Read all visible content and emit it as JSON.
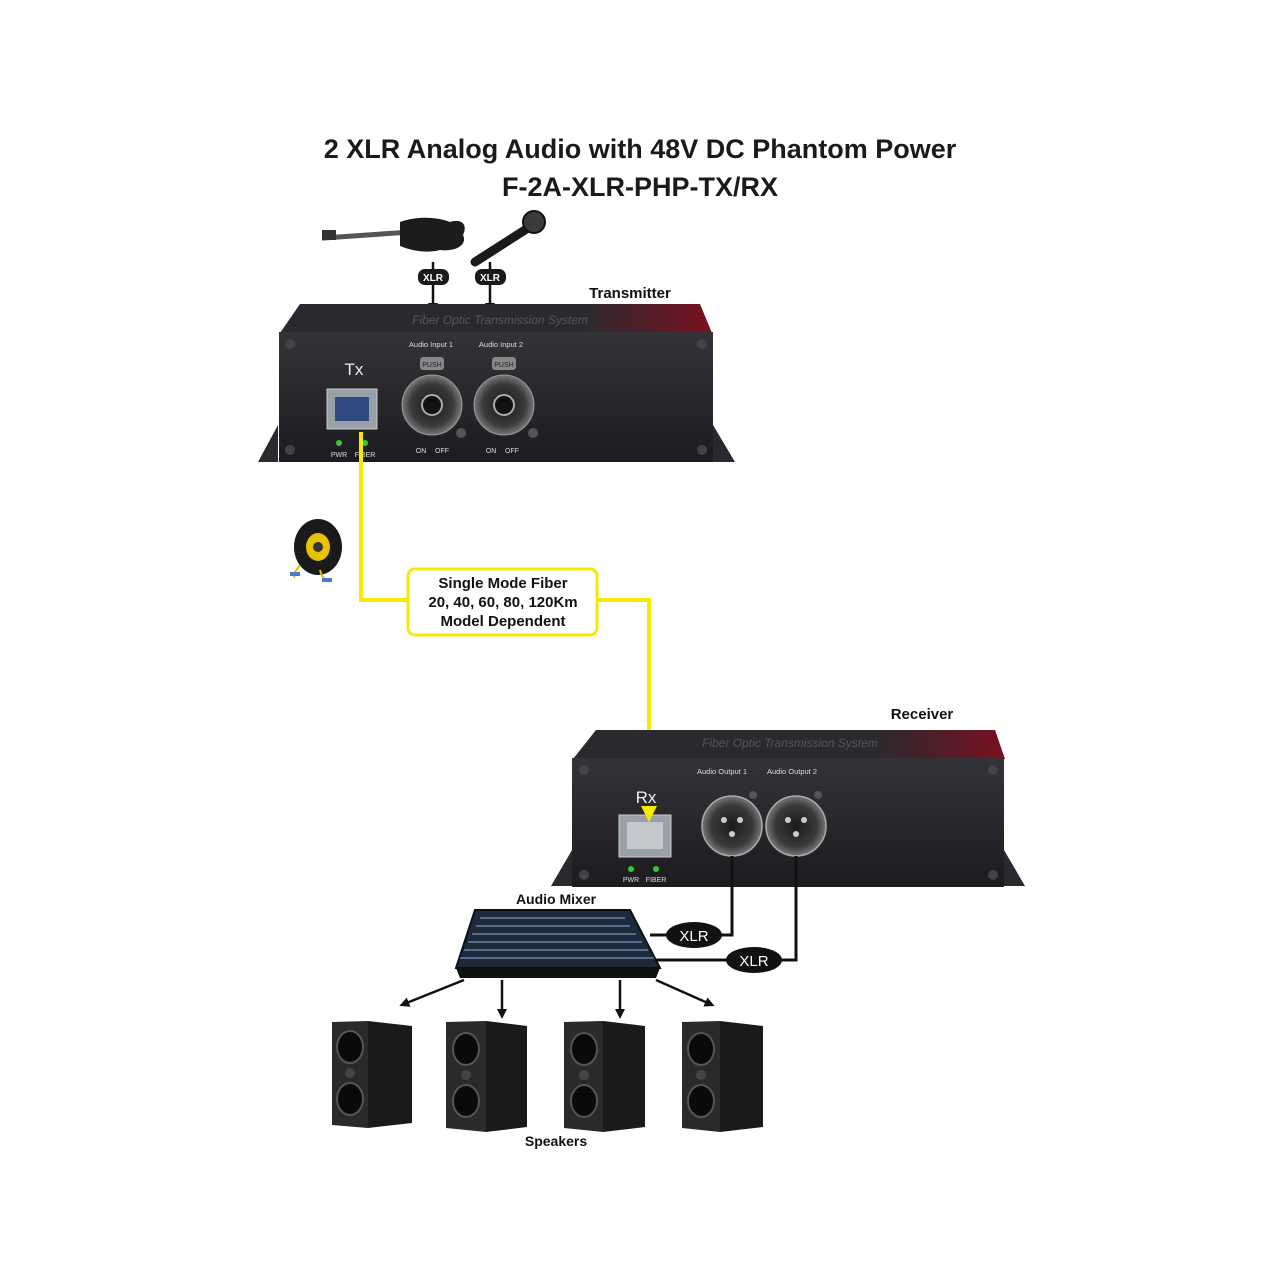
{
  "header": {
    "title": "2 XLR Analog Audio with 48V DC Phantom Power",
    "model": "F-2A-XLR-PHP-TX/RX"
  },
  "transmitter": {
    "label": "Transmitter",
    "banner": "Fiber Optic Transmission System",
    "port_label": "Tx",
    "input1_label": "Audio Input 1",
    "input2_label": "Audio Input 2",
    "push_label": "PUSH",
    "switch_on": "ON",
    "switch_off": "OFF",
    "led_pwr": "PWR",
    "led_fiber": "FIBER",
    "xlr_badge": "XLR"
  },
  "fiber": {
    "line1": "Single Mode Fiber",
    "line2": "20, 40, 60, 80, 120Km",
    "line3": "Model Dependent"
  },
  "receiver": {
    "label": "Receiver",
    "banner": "Fiber Optic Transmission System",
    "port_label": "Rx",
    "output1_label": "Audio Output 1",
    "output2_label": "Audio Output 2",
    "led_pwr": "PWR",
    "led_fiber": "FIBER",
    "xlr_badge": "XLR"
  },
  "mixer": {
    "label": "Audio Mixer"
  },
  "speakers": {
    "label": "Speakers"
  },
  "colors": {
    "fiber": "#f5ea00",
    "device": "#27272b",
    "accent": "#c8102e"
  }
}
